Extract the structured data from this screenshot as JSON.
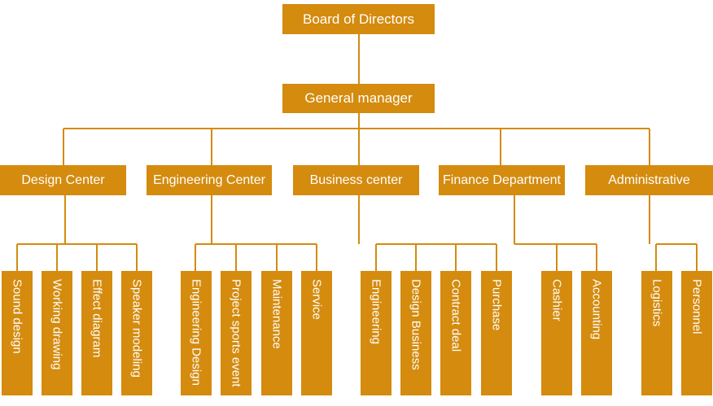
{
  "root": "Board of Directors",
  "manager": "General manager",
  "departments": [
    {
      "name": "Design Center",
      "units": [
        "Sound design",
        "Working drawing",
        "Effect diagram",
        "Speaker modeling"
      ]
    },
    {
      "name": "Engineering Center",
      "units": [
        "Engineering Design",
        "Project sports event",
        "Maintenance",
        "Service"
      ]
    },
    {
      "name": "Business center",
      "units": [
        "Engineering",
        "Design Business",
        "Contract deal",
        "Purchase"
      ]
    },
    {
      "name": "Finance Department",
      "units": [
        "Cashier",
        "Accounting"
      ]
    },
    {
      "name": "Administrative",
      "units": [
        "Logistics",
        "Personnel"
      ]
    }
  ],
  "colors": {
    "box": "#d48b0e",
    "line": "#d48b0e",
    "text": "#ffffff"
  }
}
